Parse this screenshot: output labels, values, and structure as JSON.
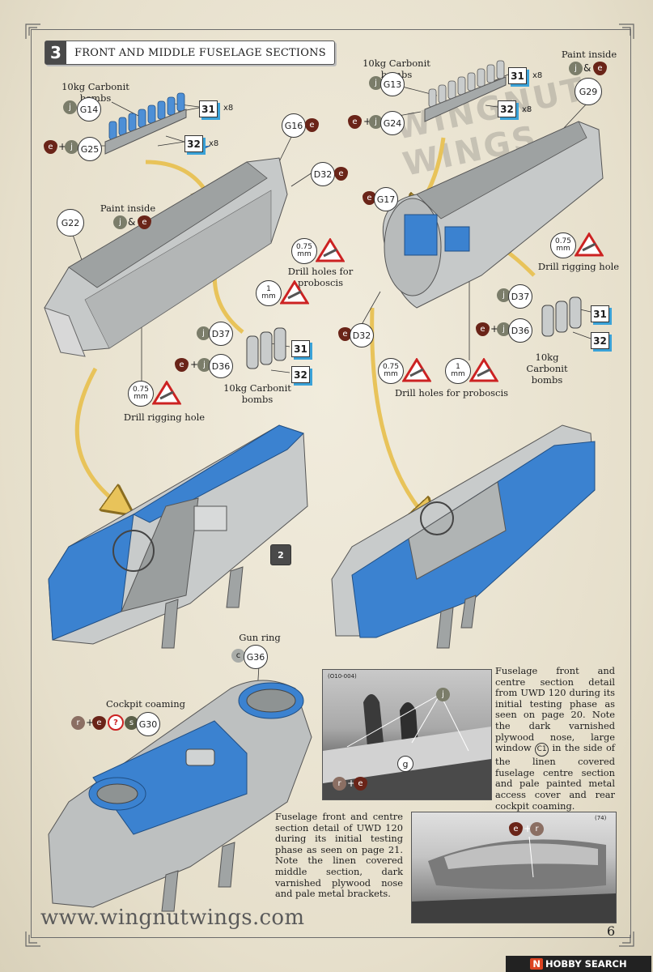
{
  "header": {
    "step_number": "3",
    "title": "FRONT AND MIDDLE FUSELAGE SECTIONS"
  },
  "left_assembly": {
    "bombs_label": "10kg Carbonit bombs",
    "g14": "G14",
    "g25": "G25",
    "g16": "G16",
    "d32": "D32",
    "g22": "G22",
    "paint_inside": "Paint inside",
    "box31": "31",
    "box32": "32",
    "mult31": "x8",
    "mult32": "x8",
    "drill_proboscis": "Drill holes for proboscis",
    "drill_rigging": "Drill rigging hole",
    "d37": "D37",
    "d36": "D36",
    "bombs_label_2": "10kg Carbonit bombs",
    "box31b": "31",
    "box32b": "32",
    "size075a": "0.75",
    "size075b": "0.75",
    "size1": "1",
    "mm": "mm"
  },
  "right_assembly": {
    "bombs_label": "10kg Carbonit bombs",
    "g13": "G13",
    "g24": "G24",
    "g29": "G29",
    "g17": "G17",
    "d32": "D32",
    "paint_inside": "Paint inside",
    "box31": "31",
    "box32": "32",
    "mult31": "x8",
    "mult32": "x8",
    "drill_rigging": "Drill rigging hole",
    "drill_proboscis": "Drill holes for proboscis",
    "d37": "D37",
    "d36": "D36",
    "bombs_label_2": "10kg Carbonit bombs",
    "box31b": "31",
    "box32b": "32",
    "size075a": "0.75",
    "size075b": "0.75",
    "size1": "1"
  },
  "color_codes": {
    "j": "j",
    "e": "e",
    "r": "r",
    "c": "c",
    "s": "s",
    "q": "?",
    "and": "&",
    "plus": "+"
  },
  "bottom_assembly": {
    "gun_ring": "Gun ring",
    "g36": "G36",
    "cockpit_coaming": "Cockpit coaming",
    "g30": "G30",
    "sub_step": "2"
  },
  "photos": {
    "photo1_ref": "(O10-004)",
    "photo1_caption": "Fuselage front and centre section detail from UWD 120 during its initial testing phase as seen on page 20. Note the dark varnished plywood nose, large window",
    "photo1_caption_c1": "C1",
    "photo1_caption_end": "in the side of the linen covered fuselage centre section and pale painted metal access cover and rear cockpit coaming.",
    "photo1_g": "g",
    "photo2_ref": "(74)",
    "photo2_caption": "Fuselage front and centre section detail of UWD 120 during its initial testing phase as seen on page 21. Note the linen covered middle section, dark varnished plywood nose and pale metal brackets."
  },
  "footer": {
    "website": "www.wingnutwings.com",
    "page_number": "6",
    "brand": "HOBBY SEARCH",
    "brand_tag": "N"
  },
  "watermark": "WINGNUT WINGS",
  "colors": {
    "blue": "#3b82d0",
    "grey": "#b9bcbc",
    "accent_box": "#3aa2d8",
    "arrow": "#e8c35a",
    "varnish": "#6a2418"
  }
}
